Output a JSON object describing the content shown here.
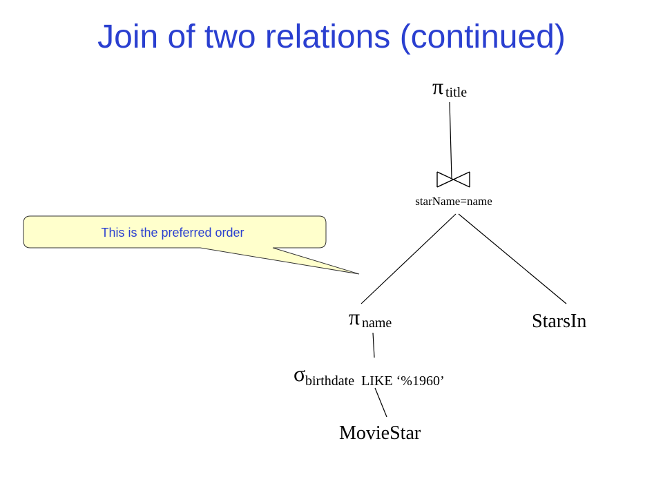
{
  "title": "Join of two relations (continued)",
  "callout": {
    "text": "This is the preferred order",
    "fill": "#ffffcc",
    "text_color": "#2a3fd0"
  },
  "tree": {
    "root": {
      "symbol": "π",
      "subscript": "title"
    },
    "join": {
      "symbol": "bowtie-icon",
      "condition": "starName=name"
    },
    "left_project": {
      "symbol": "π",
      "subscript": "name"
    },
    "select": {
      "symbol": "σ",
      "subscript": "birthdate  LIKE ‘%1960’"
    },
    "base_relation": "MovieStar",
    "right_relation": "StarsIn"
  },
  "colors": {
    "title": "#2a3fd0",
    "lines": "#000000"
  }
}
